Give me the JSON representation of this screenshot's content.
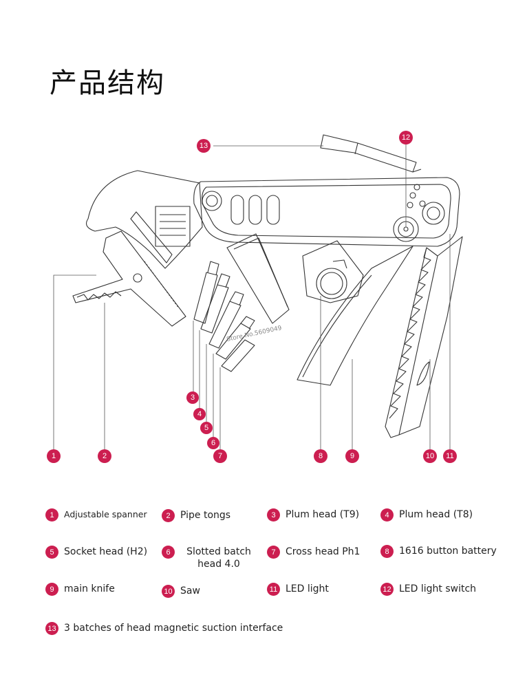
{
  "title": "产品结构",
  "accent_color": "#cc1e50",
  "watermark": "Store No.5609049",
  "callouts": [
    "1",
    "2",
    "3",
    "4",
    "5",
    "6",
    "7",
    "8",
    "9",
    "10",
    "11",
    "12",
    "13"
  ],
  "legend": [
    {
      "num": "1",
      "text": "Adjustable spanner"
    },
    {
      "num": "2",
      "text": "Pipe tongs"
    },
    {
      "num": "3",
      "text": "Plum head (T9)"
    },
    {
      "num": "4",
      "text": "Plum head (T8)"
    },
    {
      "num": "5",
      "text": "Socket head (H2)"
    },
    {
      "num": "6",
      "text": "Slotted batch head 4.0"
    },
    {
      "num": "7",
      "text": "Cross head Ph1"
    },
    {
      "num": "8",
      "text": "1616 button battery"
    },
    {
      "num": "9",
      "text": "main knife"
    },
    {
      "num": "10",
      "text": "Saw"
    },
    {
      "num": "11",
      "text": "LED light"
    },
    {
      "num": "12",
      "text": "LED light switch"
    },
    {
      "num": "13",
      "text": "3 batches of head magnetic suction interface"
    }
  ]
}
